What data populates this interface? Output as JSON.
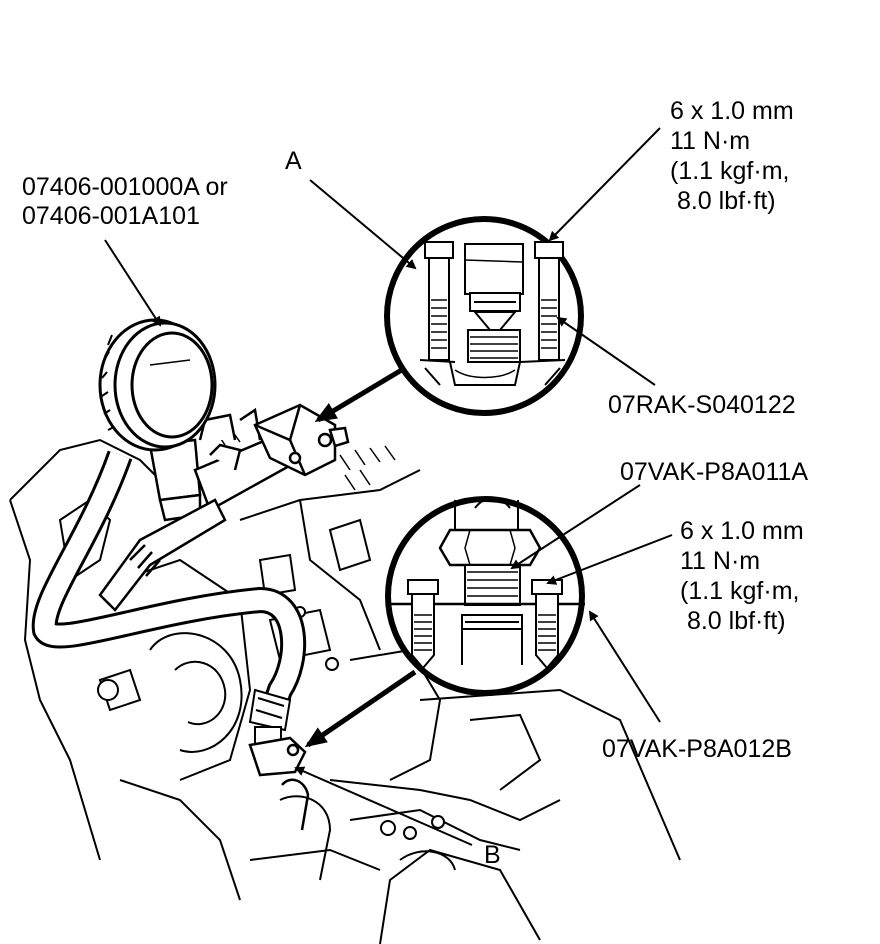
{
  "labels": {
    "callout_a": "A",
    "callout_b": "B",
    "gauge_part_line1": "07406-001000A or",
    "gauge_part_line2": "07406-001A101",
    "top_spec_line1": "6 x 1.0 mm",
    "top_spec_line2": "11 N·m",
    "top_spec_line3": "(1.1 kgf·m,",
    "top_spec_line4": " 8.0 lbf·ft)",
    "top_adapter": "07RAK-S040122",
    "bottom_adapter_top": "07VAK-P8A011A",
    "bottom_spec_line1": "6 x 1.0 mm",
    "bottom_spec_line2": "11 N·m",
    "bottom_spec_line3": "(1.1 kgf·m,",
    "bottom_spec_line4": " 8.0 lbf·ft)",
    "bottom_adapter_bottom": "07VAK-P8A012B"
  }
}
